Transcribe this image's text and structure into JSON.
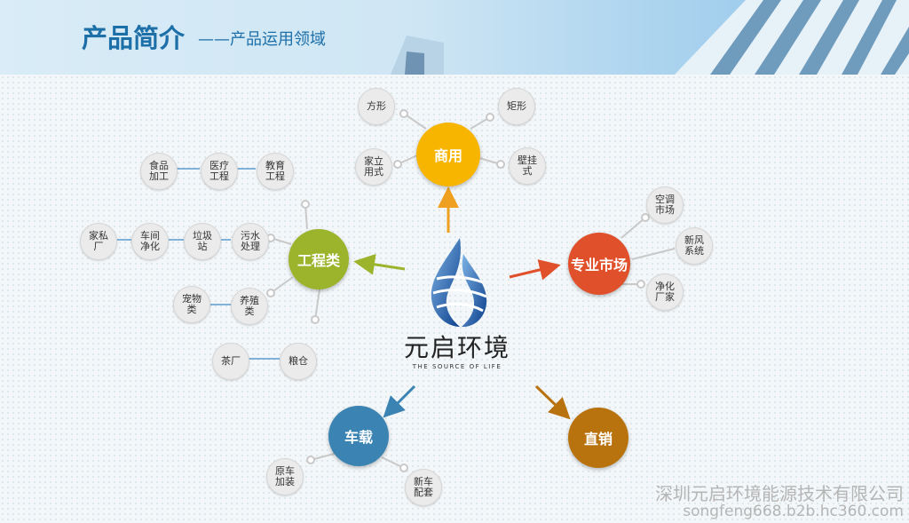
{
  "header": {
    "title": "产品简介",
    "subtitle": "——产品运用领域"
  },
  "center": {
    "brand": "元启环境",
    "slogan": "THE SOURCE OF LIFE"
  },
  "hubs": {
    "commercial": {
      "label": "商用",
      "color": "#f7b500"
    },
    "engineering": {
      "label": "工程类",
      "color": "#9cb42c"
    },
    "professional": {
      "label": "专业市场",
      "color": "#e0502a"
    },
    "vehicle": {
      "label": "车载",
      "color": "#3a83b3"
    },
    "direct": {
      "label": "直销",
      "color": "#b8730f"
    }
  },
  "leaves": {
    "commercial": [
      "方形",
      "矩形",
      "家立用式",
      "壁挂式"
    ],
    "engineering": [
      "食品加工",
      "医疗工程",
      "教育工程",
      "家私厂",
      "车间净化",
      "垃圾站",
      "污水处理",
      "宠物类",
      "养殖类",
      "茶厂",
      "粮仓"
    ],
    "professional": [
      "空调市场",
      "新风系统",
      "净化厂家"
    ],
    "vehicle": [
      "原车加装",
      "新车配套"
    ]
  },
  "footer": {
    "company": "深圳元启环境能源技术有限公司",
    "url": "songfeng668.b2b.hc360.com"
  }
}
